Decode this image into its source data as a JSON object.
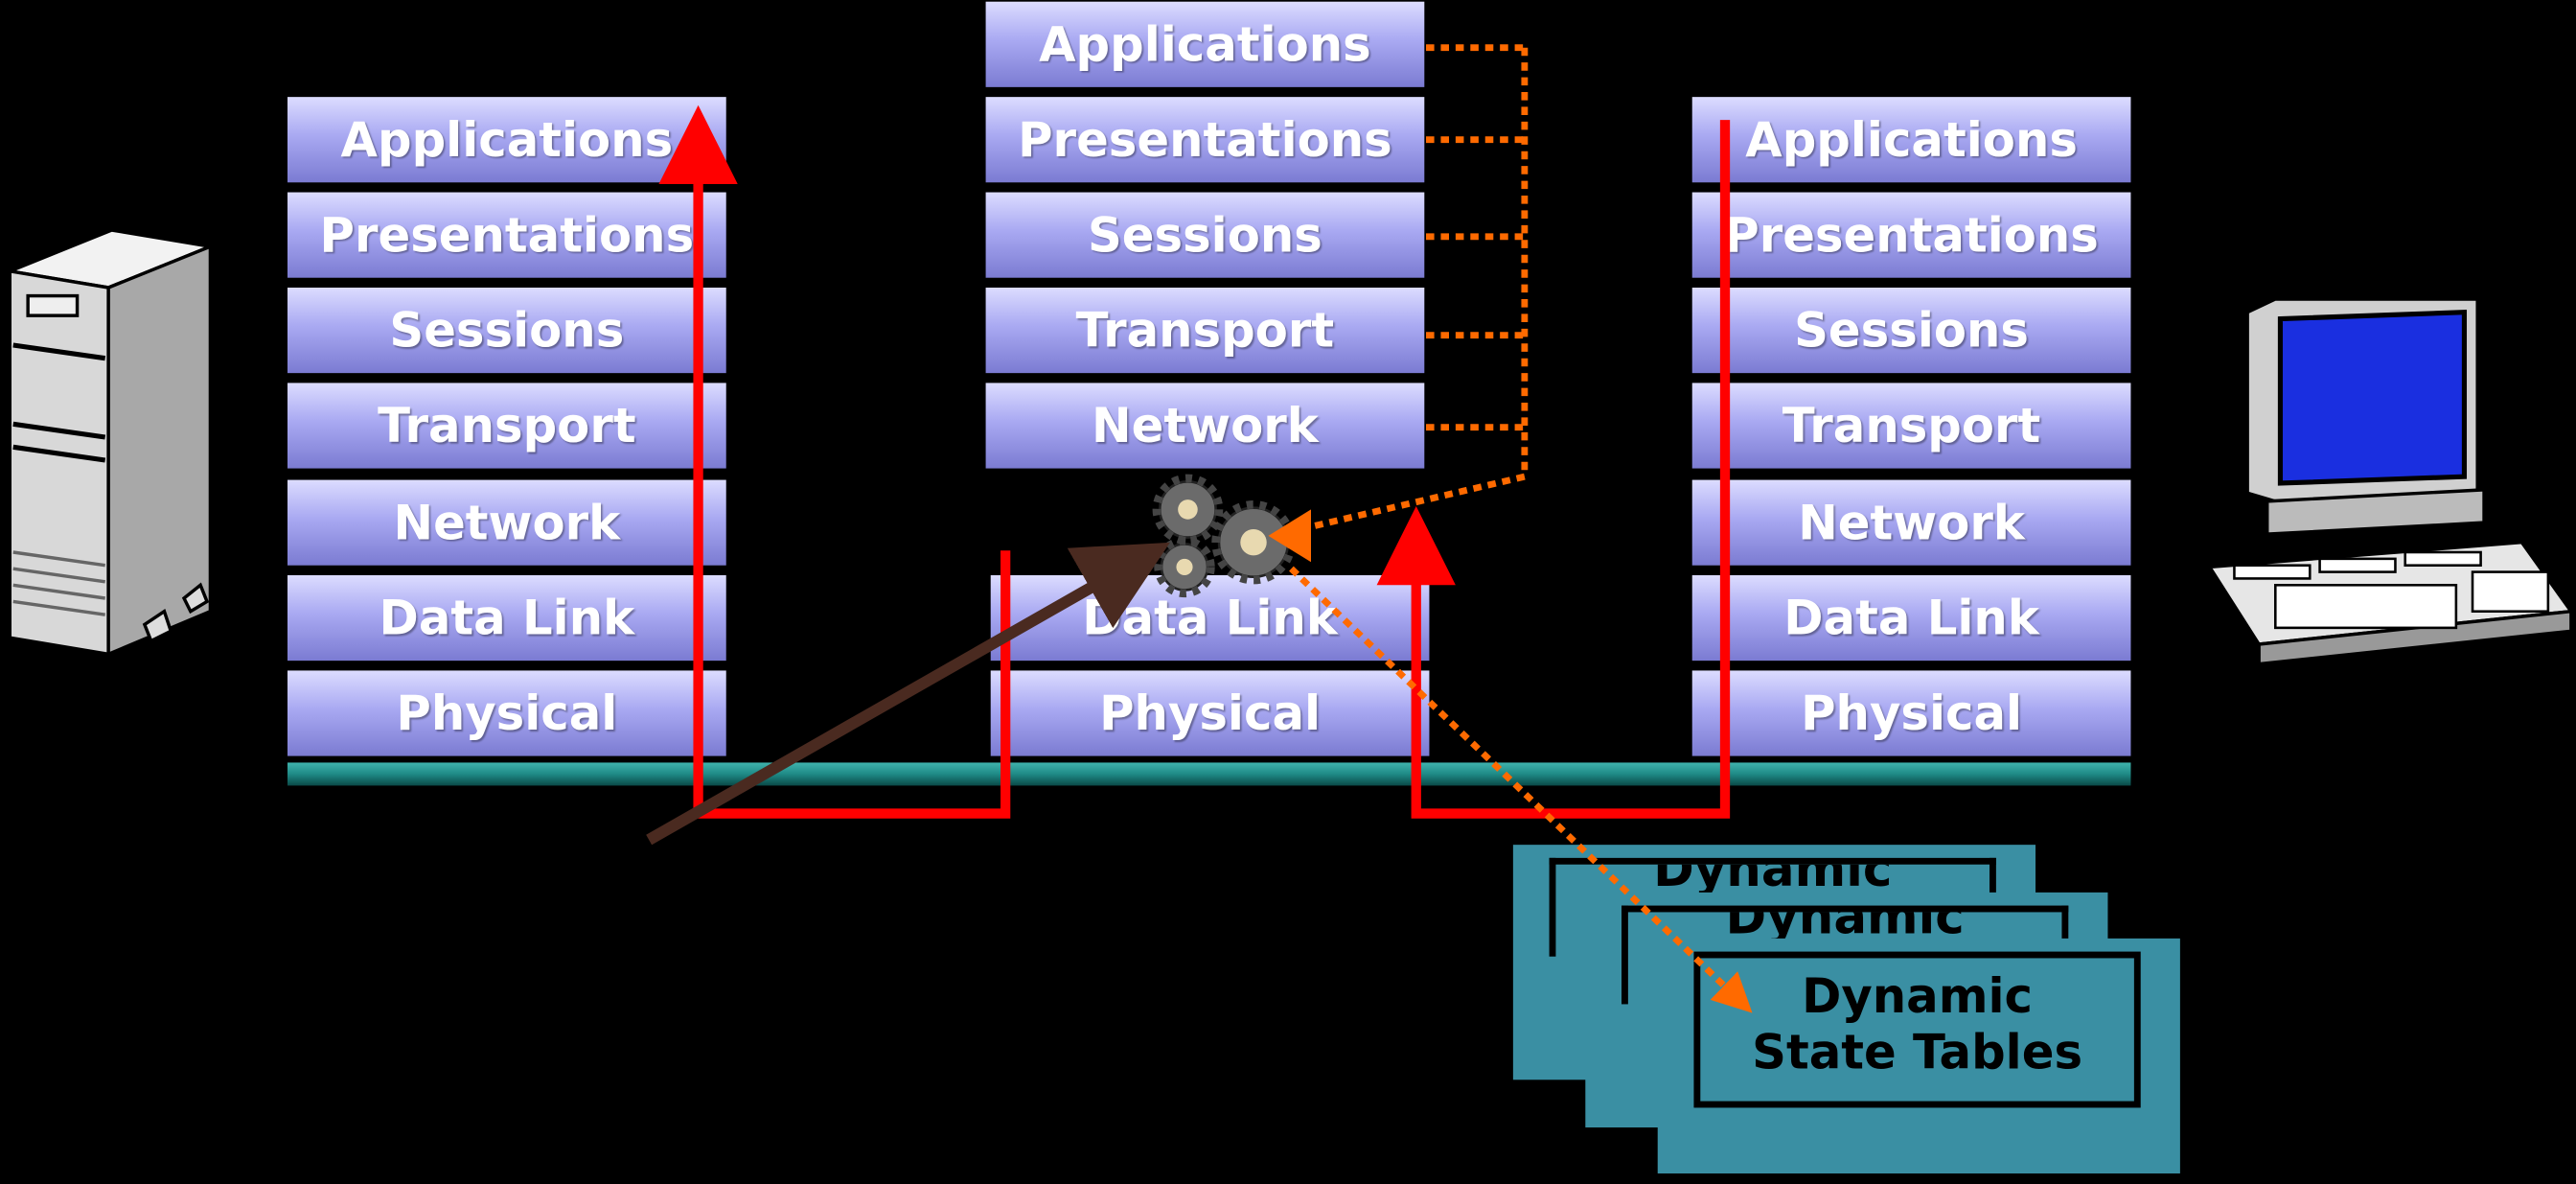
{
  "stacks": {
    "left": [
      "Applications",
      "Presentations",
      "Sessions",
      "Transport",
      "Network",
      "Data Link",
      "Physical"
    ],
    "middle_upper": [
      "Applications",
      "Presentations",
      "Sessions",
      "Transport",
      "Network"
    ],
    "middle_lower": [
      "Data Link",
      "Physical"
    ],
    "right": [
      "Applications",
      "Presentations",
      "Sessions",
      "Transport",
      "Network",
      "Data Link",
      "Physical"
    ]
  },
  "state_tables": {
    "back_label_1": "Dynamic",
    "back_label_2": "Dynamic",
    "line1": "Dynamic",
    "line2": "State Tables"
  },
  "colors": {
    "layer_top": "#dcdcff",
    "layer_bottom": "#7b7bd2",
    "path_red": "#ff0000",
    "inspect_orange": "#ff6a00",
    "packet_arrow_brown": "#4a2a20",
    "wire_teal": "#1f8a86",
    "table_teal": "#3a8fa3",
    "monitor_screen": "#1a2fe0"
  },
  "icons": {
    "server": "server-tower-icon",
    "workstation": "desktop-computer-icon",
    "inspection_engine": "gears-icon"
  }
}
